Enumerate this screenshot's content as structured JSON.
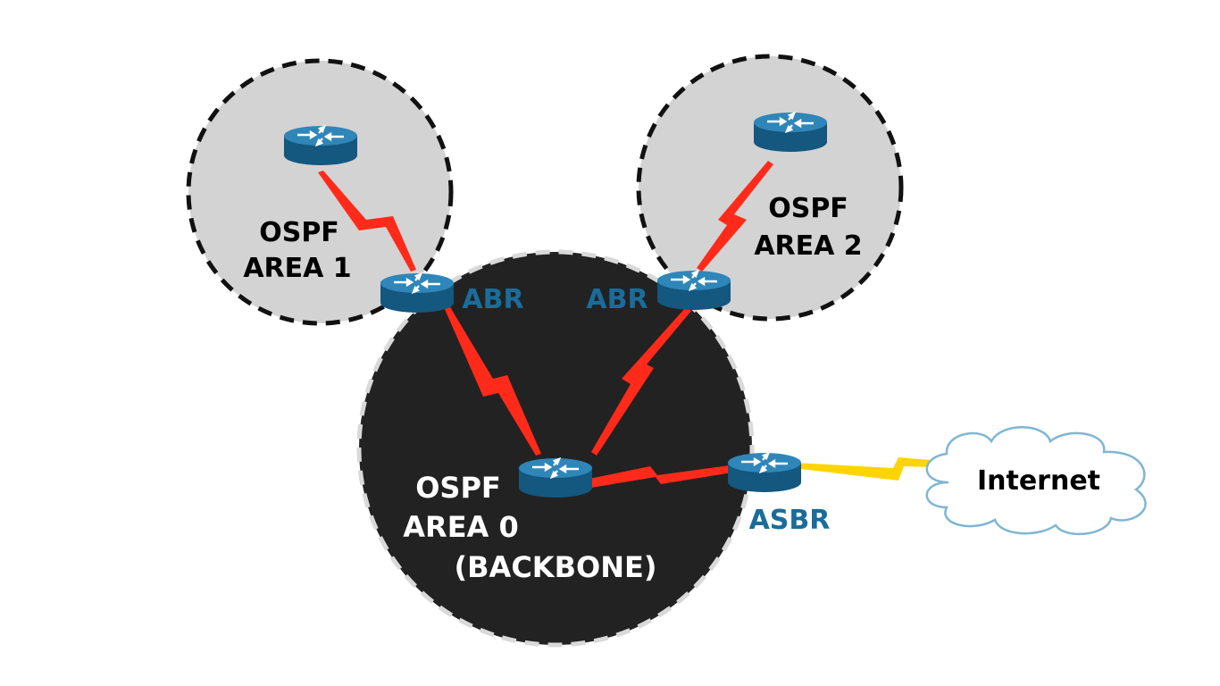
{
  "areas": {
    "area1": {
      "line1": "OSPF",
      "line2": "AREA 1"
    },
    "area2": {
      "line1": "OSPF",
      "line2": "AREA 2"
    },
    "area0": {
      "line1": "OSPF",
      "line2": "AREA 0",
      "line3": "(BACKBONE)"
    }
  },
  "roles": {
    "abr_left": "ABR",
    "abr_right": "ABR",
    "asbr": "ASBR"
  },
  "cloud": {
    "label": "Internet"
  },
  "colors": {
    "area_fill": "#d3d3d3",
    "backbone_fill": "#222222",
    "link_wan": "#ff2a1a",
    "link_internet": "#ffd400",
    "router_blue": "#1b6d9c",
    "role_label": "#1a6c9a"
  },
  "icons": {
    "router": "router-icon",
    "cloud": "cloud-icon"
  }
}
